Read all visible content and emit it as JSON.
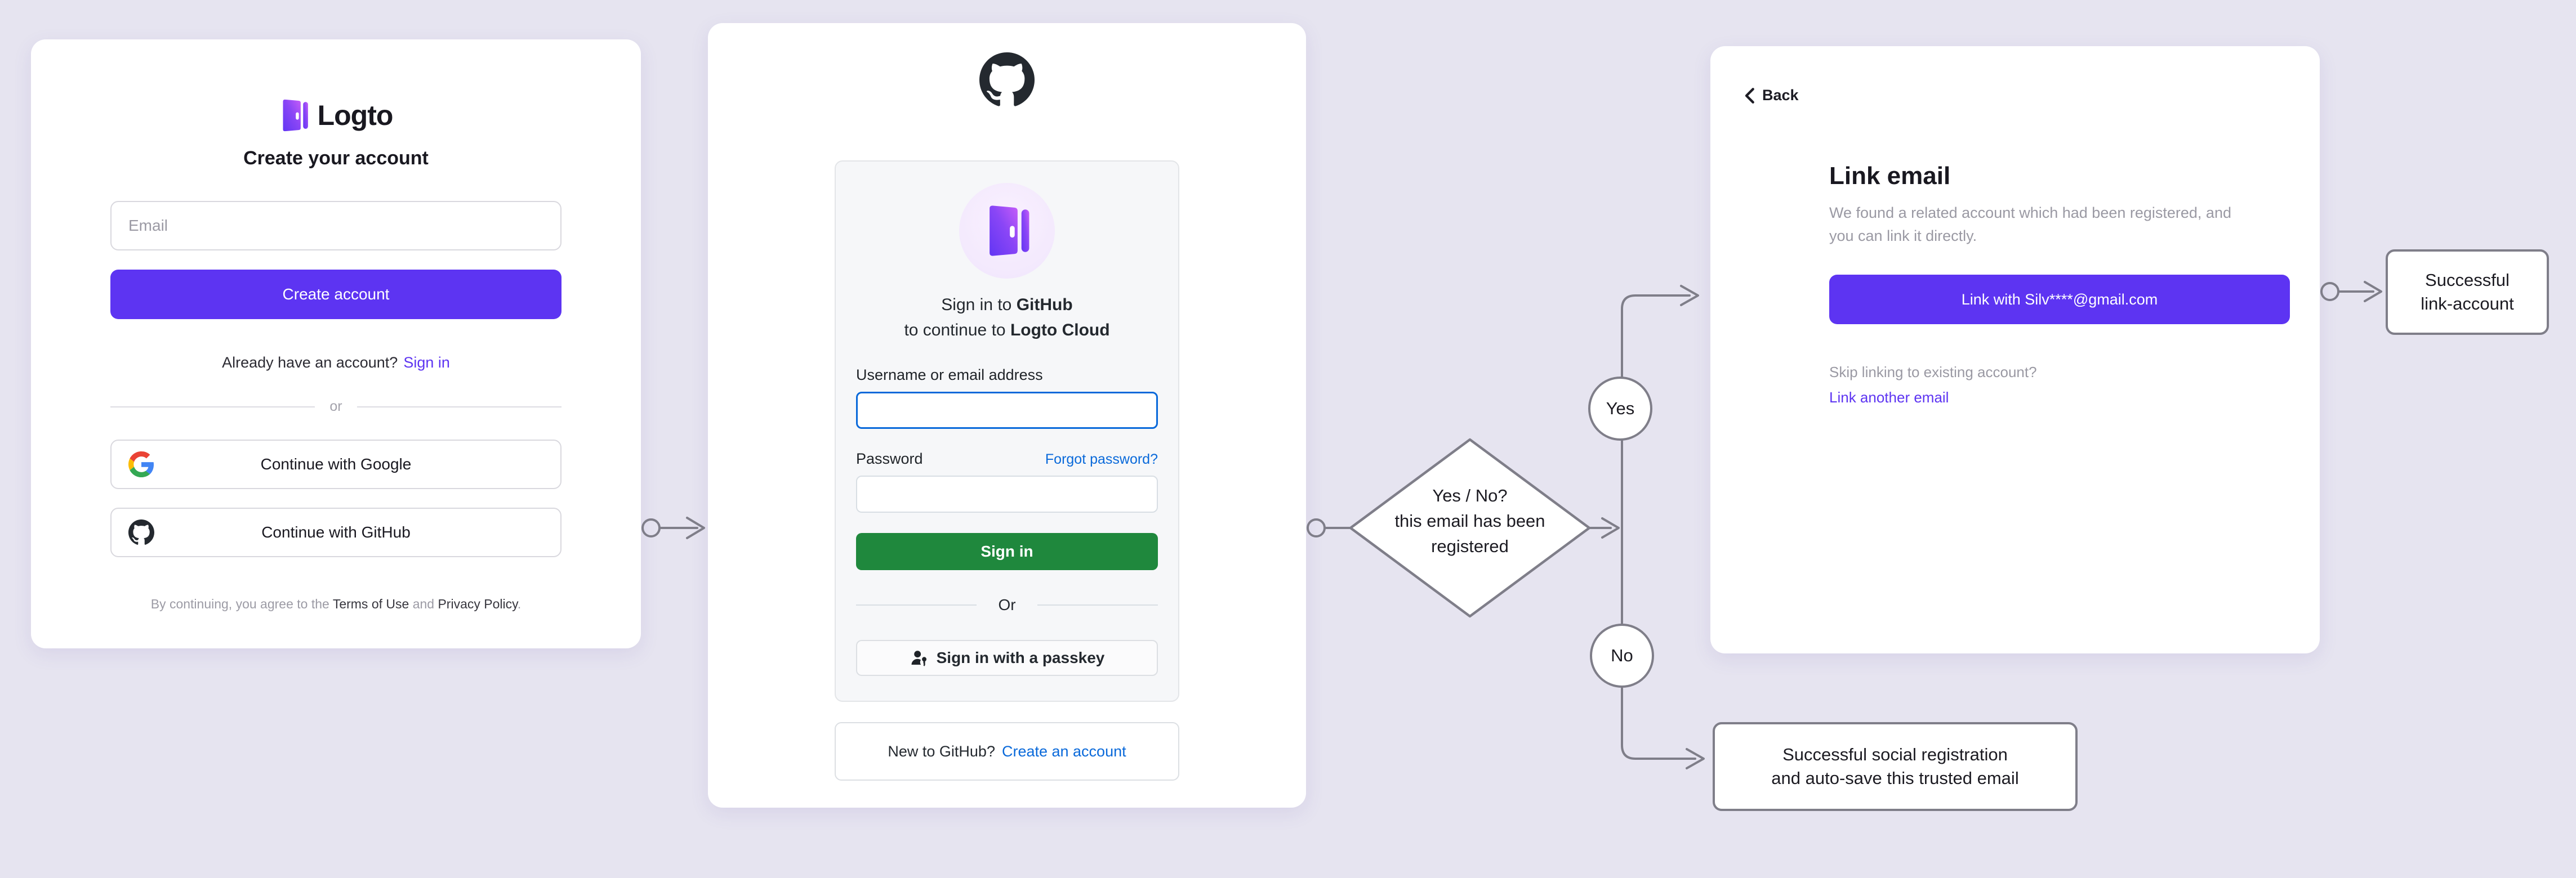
{
  "logto_signup": {
    "brand": "Logto",
    "title": "Create your account",
    "email_placeholder": "Email",
    "create_button": "Create account",
    "signin_prompt": "Already have an account?",
    "signin_link": "Sign in",
    "divider": "or",
    "google_button": "Continue with Google",
    "github_button": "Continue with GitHub",
    "terms_prefix": "By continuing, you agree to the",
    "terms_of_use_link": "Terms of Use",
    "terms_and": "and",
    "privacy_link": "Privacy Policy",
    "terms_suffix": "."
  },
  "github_signin": {
    "heading_line1_prefix": "Sign in to",
    "heading_line1_bold": "GitHub",
    "heading_line2_prefix": "to continue to",
    "heading_line2_bold": "Logto Cloud",
    "username_label": "Username or email address",
    "username_value": "",
    "password_label": "Password",
    "password_value": "",
    "forgot_link": "Forgot password?",
    "signin_button": "Sign in",
    "divider": "Or",
    "passkey_button": "Sign in with a passkey",
    "new_prompt": "New to GitHub?",
    "create_account_link": "Create an account"
  },
  "link_email": {
    "back_label": "Back",
    "title": "Link email",
    "description_line1": "We found a related account which had been registered, and",
    "description_line2": "you can link it directly.",
    "link_button": "Link with Silv****@gmail.com",
    "skip_text": "Skip linking to existing account?",
    "link_another": "Link another email"
  },
  "flow": {
    "decision_line1": "Yes / No?",
    "decision_line2": "this email has been",
    "decision_line3": "registered",
    "yes_label": "Yes",
    "no_label": "No",
    "link_account_line1": "Successful",
    "link_account_line2": "link-account",
    "social_line1": "Successful social registration",
    "social_line2": "and auto-save this trusted email"
  },
  "colors": {
    "background": "#e6e4f0",
    "brand_purple": "#5d34f2",
    "github_green": "#1f883d",
    "github_blue": "#0969da",
    "connector_gray": "#7f7e89"
  }
}
